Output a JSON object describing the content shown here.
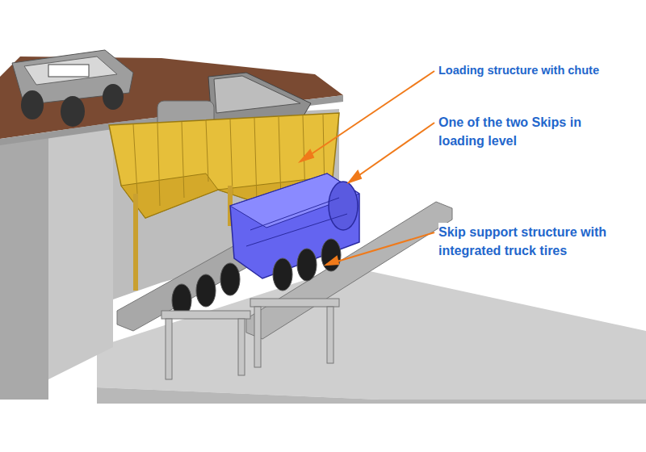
{
  "diagram": {
    "labels": [
      "Loading structure with chute",
      "One of the two Skips in loading level",
      "Skip support structure with integrated truck tires"
    ]
  }
}
